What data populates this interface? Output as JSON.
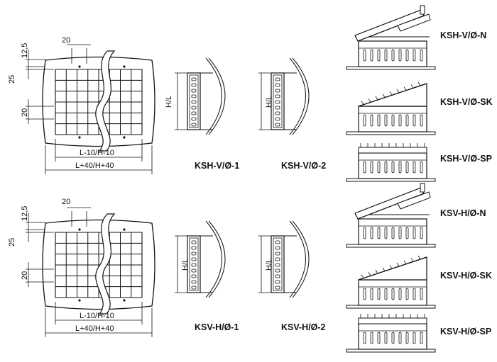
{
  "dimensions": {
    "d_20": "20",
    "d_12_5": "12,5",
    "d_25": "25",
    "inner": "L-10/H-10",
    "outer": "L+40/H+40",
    "side": "H/L"
  },
  "rows": [
    {
      "section_labels": [
        "KSH-V/Ø-1",
        "KSH-V/Ø-2"
      ],
      "damper_labels": [
        "KSH-V/Ø-N",
        "KSH-V/Ø-SK",
        "KSH-V/Ø-SP"
      ]
    },
    {
      "section_labels": [
        "KSV-H/Ø-1",
        "KSV-H/Ø-2"
      ],
      "damper_labels": [
        "KSV-H/Ø-N",
        "KSV-H/Ø-SK",
        "KSV-H/Ø-SP"
      ]
    }
  ]
}
